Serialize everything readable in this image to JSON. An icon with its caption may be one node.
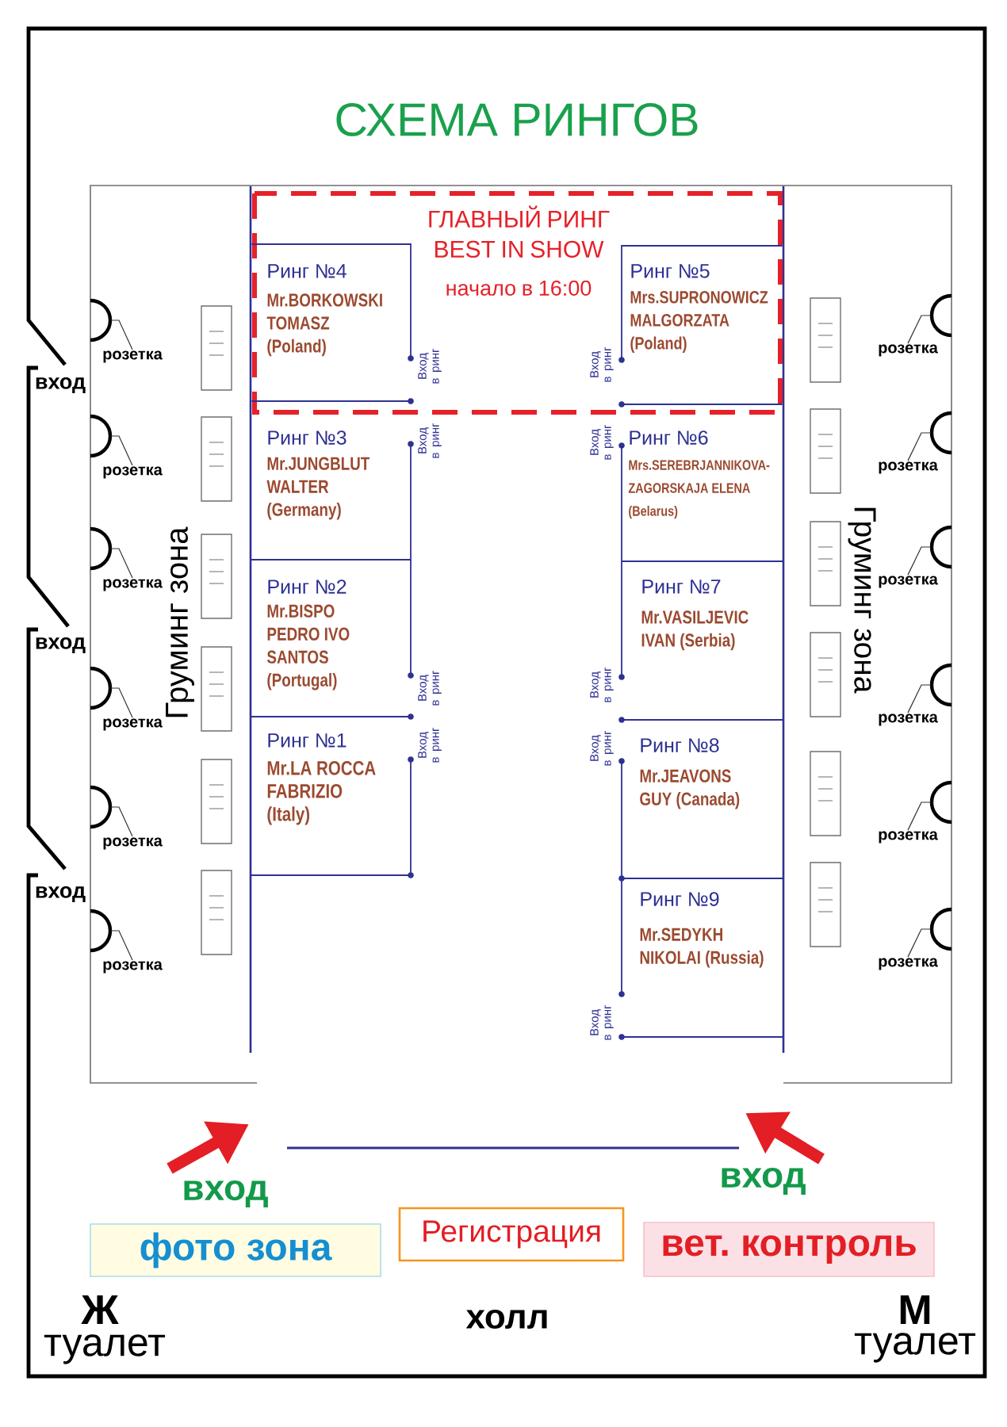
{
  "diagram": {
    "title": "СХЕМА РИНГОВ",
    "nodes": [
      {
        "text": [
          "ГЛАВНЫЙ РИНГ BEST IN SHOW",
          "начало в 16:00"
        ]
      },
      {
        "text": [
          "Ринг №4",
          "Mr.BORKOWSKI TOMASZ (Poland)"
        ],
        "in": 0,
        "beside": [
          "Вход в ринг"
        ]
      },
      {
        "text": [
          "Ринг №5",
          "Mrs.SUPRONOWICZ MALGORZATA (Poland)"
        ],
        "in": 0,
        "beside": [
          "Вход в ринг"
        ]
      },
      {
        "text": [
          "Ринг №3",
          "Mr.JUNGBLUT WALTER (Germany)"
        ],
        "beside": [
          "Вход в ринг"
        ]
      },
      {
        "text": [
          "Ринг №6",
          "Mrs.SEREBRJANNIKOVA- ZAGORSKAJA ELENA (Belarus)"
        ],
        "beside": [
          "Вход в ринг"
        ]
      },
      {
        "text": [
          "Ринг №2",
          "Mr.BISPO PEDRO IVO SANTOS (Portugal)"
        ],
        "beside": [
          "Вход в ринг"
        ]
      },
      {
        "text": [
          "Ринг №7",
          "Mr.VASILJEVIC IVAN (Serbia)"
        ],
        "beside": [
          "Вход в ринг"
        ]
      },
      {
        "text": [
          "Ринг №1",
          "Mr.LA ROCCA FABRIZIO (Italy)"
        ],
        "beside": [
          "Вход в ринг"
        ]
      },
      {
        "text": [
          "Ринг №8",
          "Mr.JEAVONS GUY (Canada)"
        ],
        "beside": [
          "Вход в ринг"
        ]
      },
      {
        "text": [
          "Ринг №9",
          "Mr.SEDYKH NIKOLAI (Russia)"
        ],
        "beside": [
          "Вход в ринг"
        ]
      },
      {
        "text": [],
        "shape": "semicircle"
      },
      {
        "text": [
          "розетка"
        ]
      },
      {
        "text": [
          "розетка"
        ]
      },
      {
        "text": [],
        "shape": "semicircle"
      },
      {
        "text": [],
        "shape": "semicircle"
      },
      {
        "text": [
          "розетка"
        ]
      },
      {
        "text": [
          "розетка"
        ]
      },
      {
        "text": [],
        "shape": "semicircle"
      },
      {
        "text": [],
        "shape": "semicircle"
      },
      {
        "text": [
          "розетка"
        ]
      },
      {
        "text": [
          "розетка"
        ]
      },
      {
        "text": [],
        "shape": "semicircle"
      },
      {
        "text": [],
        "shape": "semicircle"
      },
      {
        "text": [
          "розетка"
        ]
      },
      {
        "text": [
          "розетка"
        ]
      },
      {
        "text": [],
        "shape": "semicircle"
      },
      {
        "text": [],
        "shape": "semicircle"
      },
      {
        "text": [
          "розетка"
        ]
      },
      {
        "text": [
          "розетка"
        ]
      },
      {
        "text": [],
        "shape": "semicircle"
      },
      {
        "text": [],
        "shape": "semicircle"
      },
      {
        "text": [
          "розетка"
        ]
      },
      {
        "text": [
          "розетка"
        ]
      },
      {
        "text": [],
        "shape": "semicircle"
      },
      {
        "text": [
          "фото зона"
        ]
      },
      {
        "text": [
          "Регистрация"
        ]
      },
      {
        "text": [
          "вет. контроль"
        ]
      }
    ],
    "edges": [
      {
        "from": 11,
        "to": 10,
        "arrow": "none"
      },
      {
        "from": 12,
        "to": 13,
        "arrow": "none"
      },
      {
        "from": 15,
        "to": 14,
        "arrow": "none"
      },
      {
        "from": 16,
        "to": 17,
        "arrow": "none"
      },
      {
        "from": 19,
        "to": 18,
        "arrow": "none"
      },
      {
        "from": 20,
        "to": 21,
        "arrow": "none"
      },
      {
        "from": 23,
        "to": 22,
        "arrow": "none"
      },
      {
        "from": 24,
        "to": 25,
        "arrow": "none"
      },
      {
        "from": 27,
        "to": 26,
        "arrow": "none"
      },
      {
        "from": 28,
        "to": 29,
        "arrow": "none"
      },
      {
        "from": 31,
        "to": 30,
        "arrow": "none"
      },
      {
        "from": 32,
        "to": 33,
        "arrow": "none"
      }
    ],
    "labels": [
      "вход",
      "Груминг зона",
      "Груминг зона",
      "вход",
      "вход",
      "вход",
      "вход",
      "Ж",
      "туалет",
      "холл",
      "М",
      "туалет"
    ]
  }
}
